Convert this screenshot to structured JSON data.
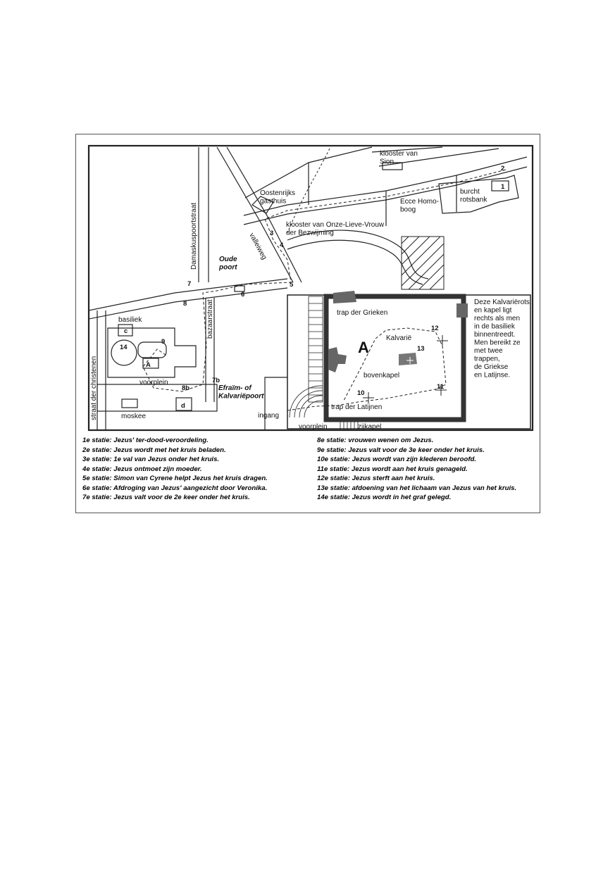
{
  "map": {
    "labels": {
      "klooster_sion": "klooster van\nSion",
      "oostenrijks": "Oostenrijks\ngasthuis",
      "burcht": "burcht\nrotsbank",
      "ecce": "Ecce Homo-\nboog",
      "klooster_bezwijming": "klooster van Onze-Lieve-Vrouw\nder Bezwijming",
      "damaskus": "Damaskuspoortstraat",
      "valleiweg": "valleiweg",
      "oude_poort": "Oude\npoort",
      "bazaarstraat": "bazaarstraat",
      "basiliek": "basiliek",
      "straat_christenen": "straat der christenen",
      "voorplein_left": "voorplein",
      "moskee": "moskee",
      "efraim": "Efraïm- of\nKalvariëpoort",
      "c": "c",
      "d": "d",
      "A_small": "A",
      "trap_grieken": "trap der Grieken",
      "kalvarie": "Kalvarië",
      "bovenkapel": "bovenkapel",
      "trap_latijnen": "trap der Latijnen",
      "ingang": "ingang",
      "voorplein_inset": "voorplein",
      "zijkapel": "zijkapel",
      "A_big": "A",
      "note": "Deze Kalvariërots\nen kapel ligt\nrechts als men\nin de basiliek\nbinnentreedt.\n\nMen bereikt ze\nmet twee\ntrappen,\nde Griekse\nen Latijnse."
    },
    "stations": {
      "s1": "1",
      "s2": "2",
      "s3": "3",
      "s4": "4",
      "s5": "5",
      "s6": "6",
      "s7": "7",
      "s7b": "7b",
      "s8": "8",
      "s8b": "8b",
      "s9": "9",
      "s10": "10",
      "s11": "11",
      "s12": "12",
      "s13": "13",
      "s14": "14"
    }
  },
  "legend": {
    "left": [
      "1e statie: Jezus' ter-dood-veroordeling.",
      "2e statie: Jezus wordt met het kruis beladen.",
      "3e statie: 1e val van Jezus onder het kruis.",
      "4e statie: Jezus ontmoet zijn moeder.",
      "5e statie: Simon van Cyrene helpt Jezus het kruis dragen.",
      "6e statie: Afdroging van Jezus' aangezicht door Veronika.",
      "7e statie: Jezus valt voor de 2e keer onder het kruis."
    ],
    "right": [
      "8e statie: vrouwen wenen om Jezus.",
      "9e statie: Jezus valt voor de 3e keer onder het kruis.",
      "10e statie: Jezus wordt van zijn klederen beroofd.",
      "11e statie: Jezus wordt aan het kruis genageld.",
      "12e statie: Jezus sterft aan het kruis.",
      "13e statie: afdoening van het lichaam van Jezus van het kruis.",
      "14e statie: Jezus wordt in het graf gelegd."
    ]
  }
}
